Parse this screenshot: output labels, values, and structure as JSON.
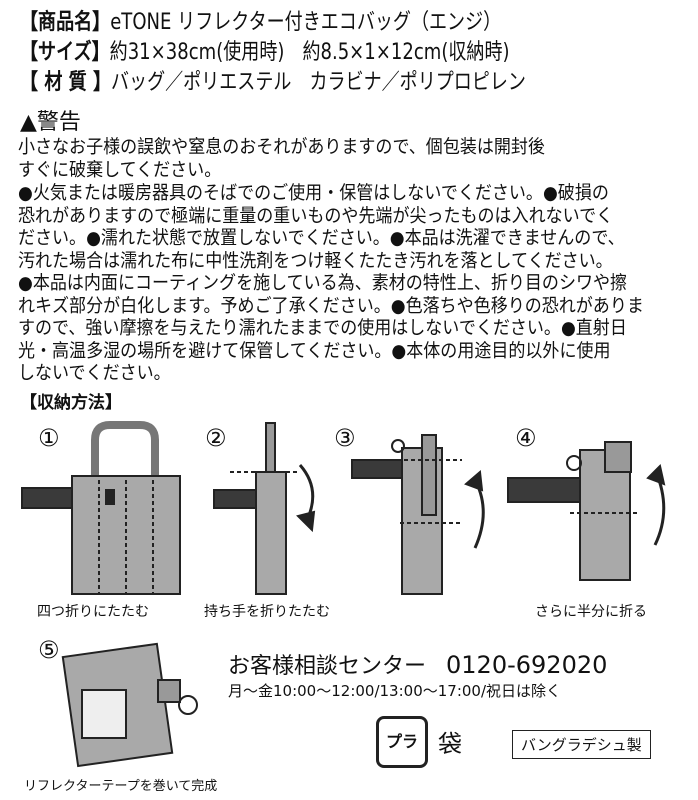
{
  "specs": [
    {
      "label": "【商品名】",
      "value": "eTONE リフレクター付きエコバッグ（エンジ）"
    },
    {
      "label": "【サイズ】",
      "value": "約31×38cm(使用時)　約8.5×1×12cm(収納時)"
    },
    {
      "label": "【 材 質 】",
      "value": "バッグ／ポリエステル　カラビナ／ポリプロピレン"
    }
  ],
  "warning": {
    "title": "警告",
    "intro": [
      "小さなお子様の誤飲や窒息のおそれがありますので、個包装は開封後",
      "すぐに破棄してください。"
    ],
    "lines": [
      "●火気または暖房器具のそばでのご使用・保管はしないでください。●破損の",
      "恐れがありますので極端に重量の重いものや先端が尖ったものは入れないでく",
      "ださい。●濡れた状態で放置しないでください。●本品は洗濯できませんので、",
      "汚れた場合は濡れた布に中性洗剤をつけ軽くたたき汚れを落としてください。",
      "●本品は内面にコーティングを施している為、素材の特性上、折り目のシワや擦",
      "れキズ部分が白化します。予めご了承ください。●色落ちや色移りの恐れがありま",
      "すので、強い摩擦を与えたり濡れたままでの使用はしないでください。●直射日",
      "光・高温多湿の場所を避けて保管してください。●本体の用途目的以外に使用",
      "しないでください。"
    ]
  },
  "storage": {
    "title": "【収納方法】",
    "steps": [
      {
        "num": "①",
        "caption": "四つ折りにたたむ"
      },
      {
        "num": "②",
        "caption": "持ち手を折りたたむ"
      },
      {
        "num": "③",
        "caption": ""
      },
      {
        "num": "④",
        "caption": "さらに半分に折る"
      },
      {
        "num": "⑤",
        "caption": "リフレクターテープを巻いて完成"
      }
    ]
  },
  "contact": {
    "label": "お客様相談センター",
    "phone": "0120-692020",
    "hours": "月〜金10:00〜12:00/13:00〜17:00/祝日は除く"
  },
  "recycle": {
    "mark": "プラ",
    "item": "袋"
  },
  "origin": "バングラデシュ製",
  "colors": {
    "bag": "#a9a9a9",
    "strap": "#3a3a3a"
  }
}
